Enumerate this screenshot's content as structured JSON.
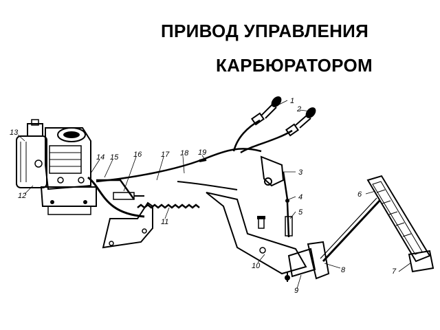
{
  "title": {
    "line1": "ПРИВОД УПРАВЛЕНИЯ",
    "line2": "КАРБЮРАТОРОМ"
  },
  "callouts": [
    "1",
    "2",
    "3",
    "4",
    "5",
    "6",
    "7",
    "8",
    "9",
    "10",
    "11",
    "12",
    "13",
    "14",
    "15",
    "16",
    "17",
    "18",
    "19"
  ]
}
